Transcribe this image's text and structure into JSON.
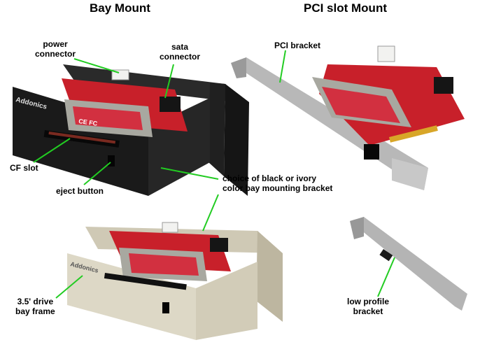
{
  "titles": {
    "bay_mount": "Bay Mount",
    "pci_mount": "PCI slot Mount"
  },
  "labels": {
    "power_connector": [
      "power",
      "connector"
    ],
    "sata_connector": [
      "sata",
      "connector"
    ],
    "pci_bracket": "PCI bracket",
    "cf_slot": "CF slot",
    "eject_button": "eject button",
    "bay_bracket": [
      "choice of black or ivory",
      "color bay mounting bracket"
    ],
    "drive_bay_frame": [
      "3.5' drive",
      "bay frame"
    ],
    "low_profile": [
      "low profile",
      "bracket"
    ]
  },
  "brand_logo": "Addonics",
  "card_markings": "CE FC",
  "colors": {
    "callout_line": "#22cc22",
    "pcb_red": "#c8202a",
    "black_bracket": "#1a1a1a",
    "ivory_bracket": "#ddd8c6",
    "steel": "#b8b8b8",
    "cf_metal": "#a8a8a0"
  }
}
